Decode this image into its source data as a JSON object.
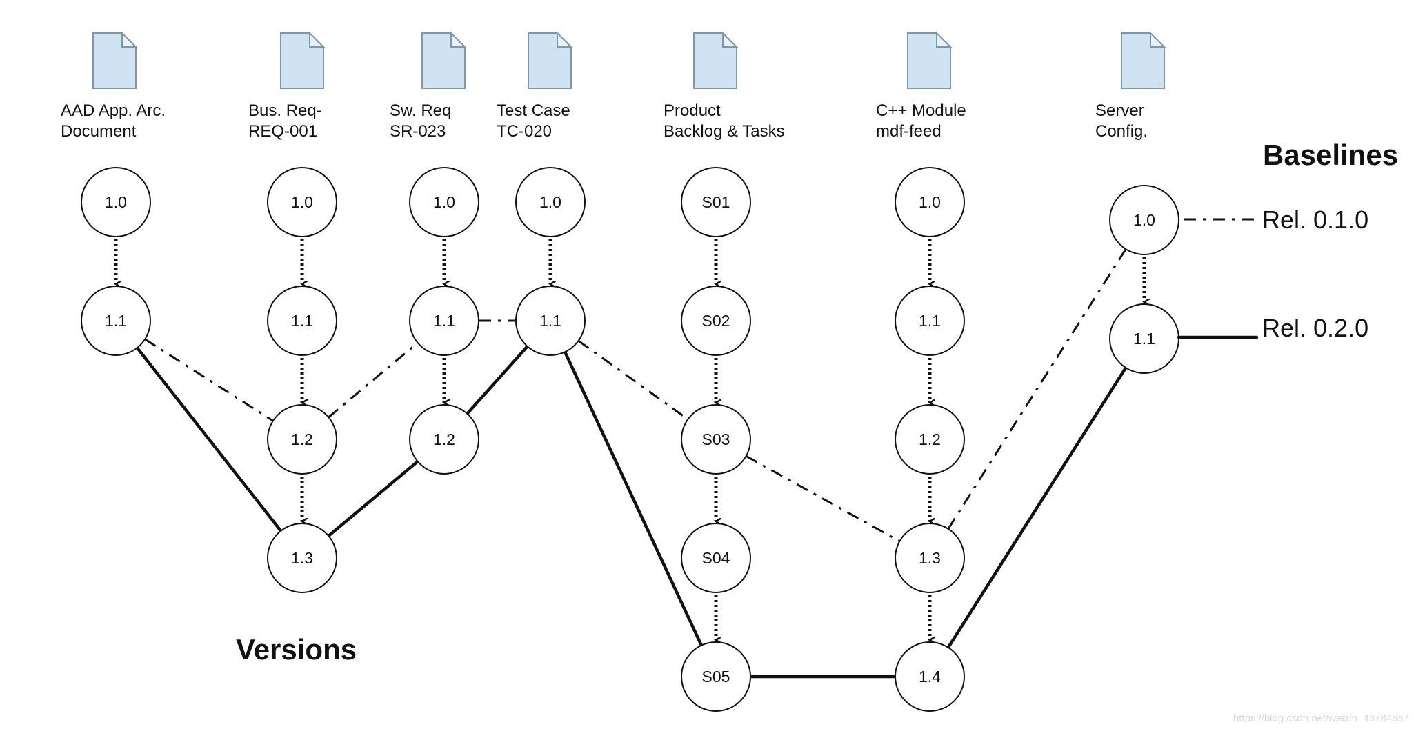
{
  "artifacts": [
    {
      "id": "aad",
      "icon": "document-icon",
      "lines": [
        "AAD App. Arc.",
        "Document"
      ],
      "versions": [
        "1.0",
        "1.1"
      ]
    },
    {
      "id": "busreq",
      "icon": "document-icon",
      "lines": [
        "Bus. Req-",
        "REQ-001"
      ],
      "versions": [
        "1.0",
        "1.1",
        "1.2",
        "1.3"
      ]
    },
    {
      "id": "swreq",
      "icon": "document-icon",
      "lines": [
        "Sw. Req",
        "SR-023"
      ],
      "versions": [
        "1.0",
        "1.1",
        "1.2"
      ]
    },
    {
      "id": "testcase",
      "icon": "document-icon",
      "lines": [
        "Test Case",
        "TC-020"
      ],
      "versions": [
        "1.0",
        "1.1"
      ]
    },
    {
      "id": "backlog",
      "icon": "document-icon",
      "lines": [
        "Product",
        "Backlog & Tasks"
      ],
      "versions": [
        "S01",
        "S02",
        "S03",
        "S04",
        "S05"
      ]
    },
    {
      "id": "cpp",
      "icon": "document-icon",
      "lines": [
        "C++ Module",
        "mdf-feed"
      ],
      "versions": [
        "1.0",
        "1.1",
        "1.2",
        "1.3",
        "1.4"
      ]
    },
    {
      "id": "server",
      "icon": "document-icon",
      "lines": [
        "Server",
        "Config."
      ],
      "versions": [
        "1.0",
        "1.1"
      ]
    }
  ],
  "labels": {
    "versions": "Versions",
    "baselines": "Baselines"
  },
  "baselines": [
    {
      "name": "Rel. 0.1.0",
      "style": "dash-dot",
      "members": [
        "aad:1.1",
        "busreq:1.2",
        "swreq:1.1",
        "testcase:1.1",
        "backlog:S03",
        "cpp:1.3",
        "server:1.0"
      ]
    },
    {
      "name": "Rel. 0.2.0",
      "style": "solid",
      "members": [
        "aad:1.1",
        "busreq:1.3",
        "swreq:1.2",
        "testcase:1.1",
        "backlog:S05",
        "cpp:1.4",
        "server:1.1"
      ]
    }
  ],
  "watermark": "https://blog.csdn.net/weixin_43784537",
  "colors": {
    "doc_fill": "#cfe3f3",
    "doc_stroke": "#7e97ab",
    "line": "#111111"
  }
}
